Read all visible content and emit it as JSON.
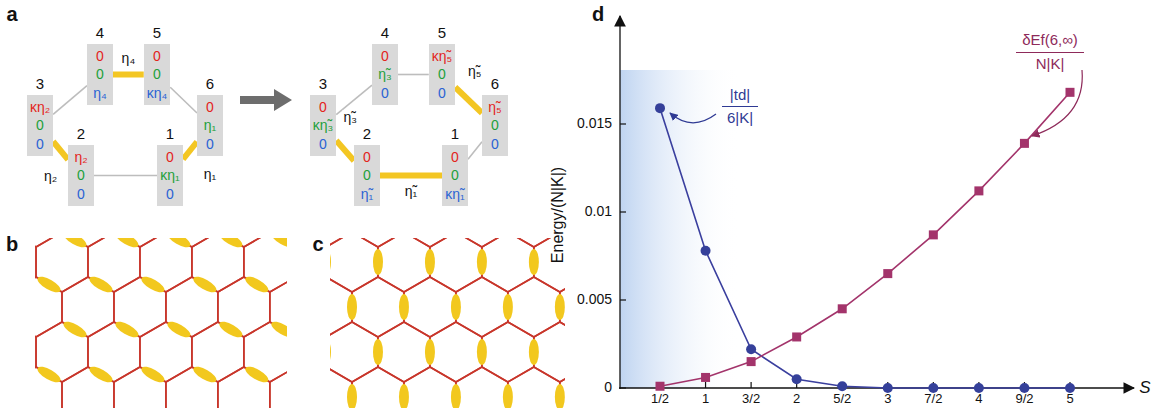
{
  "diagram": {
    "nodes": [
      {
        "text": [
          "4",
          "0",
          "0",
          "η₄"
        ]
      },
      {
        "text": [
          "5",
          "0",
          "0",
          "κη₄"
        ]
      },
      {
        "text": [
          "3",
          "κη₂",
          "0",
          "0"
        ]
      },
      {
        "text": [
          "6",
          "0",
          "η₁",
          "0"
        ]
      },
      {
        "text": [
          "2",
          "η₂",
          "0",
          "0"
        ]
      },
      {
        "text": [
          "1",
          "0",
          "κη₁",
          "0"
        ]
      },
      {
        "text": [
          "4",
          "0",
          "η̃₃",
          "0"
        ]
      },
      {
        "text": [
          "5",
          "κη̃₅",
          "0",
          "0"
        ]
      },
      {
        "text": [
          "3",
          "0",
          "κη̃₃",
          "0"
        ]
      },
      {
        "text": [
          "6",
          "η̃₅",
          "0",
          "0"
        ]
      },
      {
        "text": [
          "2",
          "0",
          "0",
          "η̃₁"
        ]
      },
      {
        "text": [
          "1",
          "0",
          "0",
          "κη̃₁"
        ]
      }
    ],
    "edges": [
      {
        "from": 0,
        "to": 1,
        "arrow": "none",
        "label": "η₄"
      },
      {
        "from": 1,
        "to": 3,
        "arrow": "none"
      },
      {
        "from": 3,
        "to": 5,
        "arrow": "none",
        "label": "η₁"
      },
      {
        "from": 5,
        "to": 4,
        "arrow": "none"
      },
      {
        "from": 4,
        "to": 2,
        "arrow": "none",
        "label": "η₂"
      },
      {
        "from": 2,
        "to": 0,
        "arrow": "none"
      },
      {
        "from": 6,
        "to": 7,
        "arrow": "none"
      },
      {
        "from": 7,
        "to": 9,
        "arrow": "none",
        "label": "η̃₅"
      },
      {
        "from": 9,
        "to": 11,
        "arrow": "none"
      },
      {
        "from": 11,
        "to": 10,
        "arrow": "none",
        "label": "η̃₁"
      },
      {
        "from": 10,
        "to": 8,
        "arrow": "none"
      },
      {
        "from": 8,
        "to": 6,
        "arrow": "none",
        "label": "η̃₃"
      }
    ],
    "labels": [
      "a",
      "b",
      "c",
      "d",
      "Energy/(N|K|)",
      "S",
      "0",
      "0.005",
      "0.01",
      "0.015",
      "1/2",
      "1",
      "3/2",
      "2",
      "5/2",
      "3",
      "7/2",
      "4",
      "9/2",
      "5",
      "|td|",
      "6|K|",
      "δEf(6,∞)",
      "N|K|"
    ]
  }
}
